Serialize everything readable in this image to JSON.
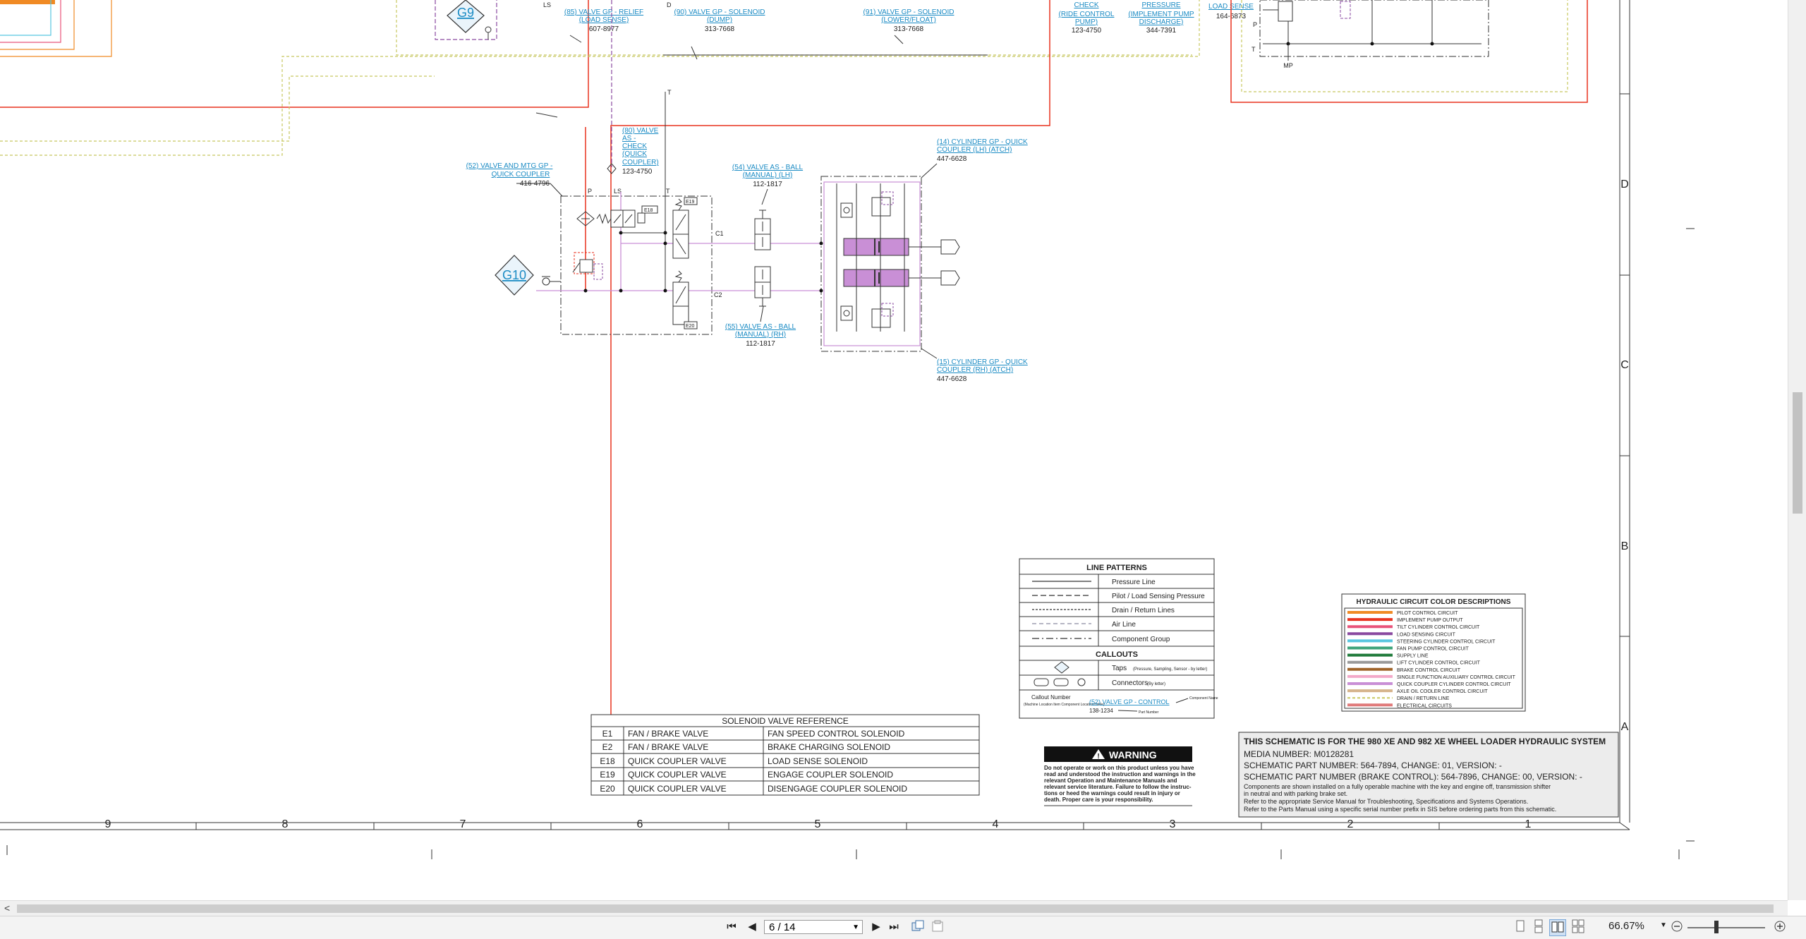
{
  "callouts": {
    "valve_relief": {
      "ref": "(85) VALVE GP - RELIEF",
      "sub": "(LOAD SENSE)",
      "part": "607-8977"
    },
    "valve_solenoid_dump": {
      "ref": "(90) VALVE GP - SOLENOID",
      "sub": "(DUMP)",
      "part": "313-7668"
    },
    "valve_solenoid_lower": {
      "ref": "(91) VALVE GP - SOLENOID",
      "sub": "(LOWER/FLOAT)",
      "part": "313-7668"
    },
    "check_ride": {
      "l1": "CHECK",
      "l2": "(RIDE CONTROL",
      "l3": "PUMP)",
      "part": "123-4750"
    },
    "pressure_impl": {
      "l1": "PRESSURE",
      "l2": "(IMPLEMENT PUMP",
      "l3": "DISCHARGE)",
      "part": "344-7391"
    },
    "load_sense_top": {
      "l1": "LOAD SENSE",
      "part": "164-6873"
    },
    "valve_check_qc": {
      "l1": "(80) VALVE",
      "l2": "AS -",
      "l3": "CHECK",
      "l4": "(QUICK",
      "l5": "COUPLER)",
      "part": "123-4750"
    },
    "valve_mtg": {
      "l1": "(52) VALVE AND MTG GP -",
      "l2": "QUICK COUPLER",
      "part": "416-4796"
    },
    "valve_ball_lh": {
      "l1": "(54) VALVE AS - BALL",
      "l2": "(MANUAL) (LH)",
      "part": "112-1817"
    },
    "valve_ball_rh": {
      "l1": "(55) VALVE AS - BALL",
      "l2": "(MANUAL) (RH)",
      "part": "112-1817"
    },
    "cyl_lh": {
      "l1": "(14) CYLINDER GP - QUICK",
      "l2": "COUPLER (LH) (ATCH)",
      "part": "447-6628"
    },
    "cyl_rh": {
      "l1": "(15) CYLINDER GP - QUICK",
      "l2": "COUPLER (RH) (ATCH)",
      "part": "447-6628"
    }
  },
  "taps": {
    "g9": "G9",
    "g10": "G10"
  },
  "port_labels": {
    "ls_top": "LS",
    "d": "D",
    "p": "P",
    "ls": "LS",
    "t": "T",
    "t_top": "T",
    "c1": "C1",
    "c2": "C2",
    "e18": "E18",
    "e19": "E19",
    "e20": "E20",
    "p_right": "P",
    "t_right": "T",
    "mp": "MP"
  },
  "grid": {
    "rows": [
      "D",
      "C",
      "B",
      "A"
    ],
    "cols_bottom": [
      "9",
      "8",
      "7",
      "6",
      "5",
      "4",
      "3",
      "2",
      "1"
    ]
  },
  "line_patterns": {
    "title": "LINE PATTERNS",
    "rows": [
      "Pressure Line",
      "Pilot / Load Sensing Pressure",
      "Drain / Return Lines",
      "Air Line",
      "Component Group"
    ],
    "callouts_title": "CALLOUTS",
    "taps_label": "Taps",
    "taps_note": "(Pressure, Sampling, Sensor - by letter)",
    "connectors_label": "Connectors",
    "connectors_note": "(By letter)",
    "example_callout_number": "Callout Number",
    "example_callout_sub": "(Machine Location Item Component Location/Table)",
    "example_link": "(52) VALVE GP - CONTROL",
    "example_component_name": "Component Name",
    "example_part": "138-1234",
    "example_part_label": "Part Number"
  },
  "solenoid_ref": {
    "title": "SOLENOID VALVE REFERENCE",
    "rows": [
      {
        "code": "E1",
        "group": "FAN / BRAKE VALVE",
        "desc": "FAN SPEED CONTROL SOLENOID"
      },
      {
        "code": "E2",
        "group": "FAN / BRAKE VALVE",
        "desc": "BRAKE CHARGING SOLENOID"
      },
      {
        "code": "E18",
        "group": "QUICK COUPLER VALVE",
        "desc": "LOAD SENSE SOLENOID"
      },
      {
        "code": "E19",
        "group": "QUICK COUPLER VALVE",
        "desc": "ENGAGE COUPLER SOLENOID"
      },
      {
        "code": "E20",
        "group": "QUICK COUPLER VALVE",
        "desc": "DISENGAGE COUPLER SOLENOID"
      }
    ]
  },
  "warning": {
    "title": "WARNING",
    "l1": "Do not operate or work on this product unless you have",
    "l2": "read and understood the instruction and warnings in the",
    "l3": "relevant Operation and Maintenance Manuals and",
    "l4": "relevant service literature. Failure to follow the instruc-",
    "l5": "tions or heed the warnings could result in injury or",
    "l6": "death. Proper care is your responsibility."
  },
  "colors": {
    "title": "HYDRAULIC CIRCUIT COLOR DESCRIPTIONS",
    "items": [
      {
        "label": "PILOT CONTROL CIRCUIT",
        "color": "#f08a24",
        "style": "solid"
      },
      {
        "label": "IMPLEMENT PUMP OUTPUT",
        "color": "#e8321f",
        "style": "solid"
      },
      {
        "label": "TILT CYLINDER CONTROL CIRCUIT",
        "color": "#e8537a",
        "style": "solid"
      },
      {
        "label": "LOAD SENSING CIRCUIT",
        "color": "#8a4aa0",
        "style": "solid"
      },
      {
        "label": "STEERING CYLINDER CONTROL CIRCUIT",
        "color": "#58c6e0",
        "style": "solid"
      },
      {
        "label": "FAN PUMP CONTROL CIRCUIT",
        "color": "#3da37a",
        "style": "solid"
      },
      {
        "label": "SUPPLY LINE",
        "color": "#1f7a3a",
        "style": "solid"
      },
      {
        "label": "LIFT CYLINDER CONTROL CIRCUIT",
        "color": "#9a9a9a",
        "style": "solid"
      },
      {
        "label": "BRAKE CONTROL CIRCUIT",
        "color": "#a0642a",
        "style": "solid"
      },
      {
        "label": "SINGLE FUNCTION AUXILIARY CONTROL CIRCUIT",
        "color": "#f3a9c9",
        "style": "solid"
      },
      {
        "label": "QUICK COUPLER CYLINDER CONTROL CIRCUIT",
        "color": "#c98fd6",
        "style": "solid"
      },
      {
        "label": "AXLE OIL COOLER CONTROL CIRCUIT",
        "color": "#d6b48c",
        "style": "solid"
      },
      {
        "label": "DRAIN / RETURN LINE",
        "color": "#c8c860",
        "style": "dashed"
      },
      {
        "label": "ELECTRICAL CIRCUITS",
        "color": "#e07a7a",
        "style": "solid"
      }
    ]
  },
  "title_block": {
    "title": "THIS SCHEMATIC IS FOR THE 980 XE AND 982 XE WHEEL LOADER HYDRAULIC SYSTEM",
    "media": "MEDIA NUMBER: M0128281",
    "part1": "SCHEMATIC PART NUMBER: 564-7894, CHANGE: 01, VERSION: -",
    "part2": "SCHEMATIC PART NUMBER (BRAKE CONTROL): 564-7896, CHANGE: 00, VERSION: -",
    "note1": "Components are shown installed on a fully operable machine with the key and engine off, transmission shifter",
    "note2": "in neutral and with parking brake set.",
    "note3": "Refer to the appropriate Service Manual for Troubleshooting, Specifications and Systems Operations.",
    "note4": "Refer to the Parts Manual using a specific serial number prefix in SIS before ordering parts from this schematic."
  },
  "viewer": {
    "page_value": "6 / 14",
    "zoom": "66.67%",
    "scroll_left_arrow": "<",
    "buttons": {
      "first": "⏮",
      "prev": "◀",
      "next": "▶",
      "last": "⏭"
    }
  }
}
